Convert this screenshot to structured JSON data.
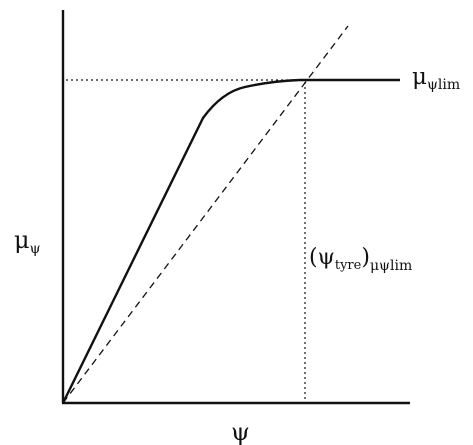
{
  "diagram": {
    "y_axis_label": {
      "symbol": "μ",
      "subscript": "ψ"
    },
    "x_axis_label": {
      "symbol": "ψ"
    },
    "limit_label": {
      "symbol": "μ",
      "subscript": "ψlim"
    },
    "tyre_label": {
      "open": "(",
      "symbol": "ψ",
      "inner_subscript": "tyre",
      "close": ")",
      "outer_subscript": "μψlim"
    },
    "colors": {
      "ink": "#111111",
      "background": "#ffffff"
    }
  }
}
